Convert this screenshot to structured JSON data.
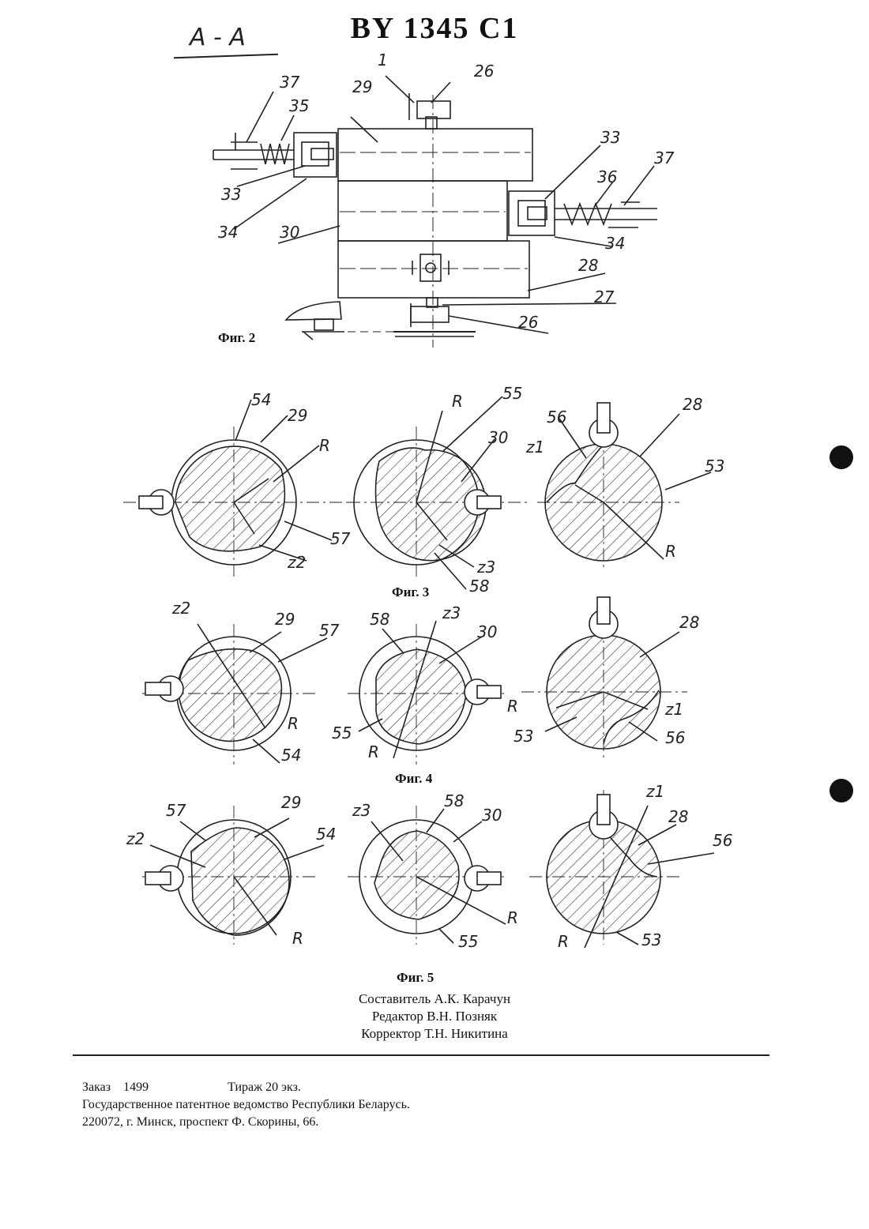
{
  "header": {
    "title": "BY 1345 C1"
  },
  "fig2": {
    "section_label": "A - A",
    "caption": "Фиг. 2",
    "labels": [
      "1",
      "29",
      "26",
      "37",
      "35",
      "33",
      "34",
      "30",
      "33",
      "36",
      "37",
      "34",
      "28",
      "27",
      "26"
    ]
  },
  "fig3": {
    "caption": "Фиг. 3",
    "left": {
      "labels": [
        "54",
        "29",
        "R",
        "57",
        "z2"
      ]
    },
    "middle": {
      "labels": [
        "R",
        "55",
        "30",
        "z3",
        "58"
      ]
    },
    "right": {
      "labels": [
        "56",
        "28",
        "z1",
        "53",
        "R"
      ]
    }
  },
  "fig4": {
    "caption": "Фиг. 4",
    "left": {
      "labels": [
        "z2",
        "29",
        "57",
        "R",
        "54"
      ]
    },
    "middle": {
      "labels": [
        "58",
        "z3",
        "30",
        "55",
        "R"
      ]
    },
    "right": {
      "labels": [
        "28",
        "R",
        "z1",
        "53",
        "56"
      ]
    }
  },
  "fig5": {
    "caption": "Фиг. 5",
    "left": {
      "labels": [
        "57",
        "29",
        "z2",
        "54",
        "R"
      ]
    },
    "middle": {
      "labels": [
        "z3",
        "58",
        "30",
        "R",
        "55"
      ]
    },
    "right": {
      "labels": [
        "z1",
        "28",
        "56",
        "R",
        "53"
      ]
    }
  },
  "credits": {
    "compiler": "Составитель А.К. Карачун",
    "editor": "Редактор В.Н. Позняк",
    "corrector": "Корректор Т.Н. Никитина"
  },
  "footer": {
    "order_label": "Заказ",
    "order_number": "1499",
    "print_run": "Тираж 20 экз.",
    "office": "Государственное патентное ведомство Республики Беларусь.",
    "address": "220072, г. Минск, проспект Ф. Скорины, 66."
  }
}
